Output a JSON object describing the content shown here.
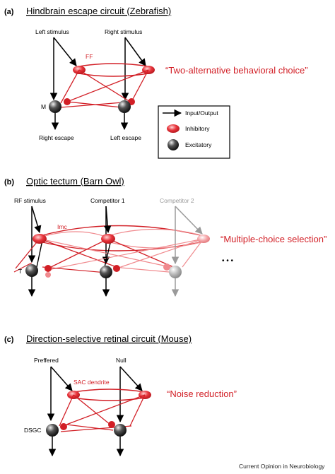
{
  "colors": {
    "inhibitory": "#d21f26",
    "inhibitory_light": "#f08a8e",
    "excitatory": "#333333",
    "faded": "#9a9a9a"
  },
  "panel_a": {
    "letter": "(a)",
    "title": "Hindbrain escape circuit (Zebrafish)",
    "left_stimulus": "Left stimulus",
    "right_stimulus": "Right stimulus",
    "ff_label": "FF",
    "m_label": "M",
    "right_escape": "Right escape",
    "left_escape": "Left escape",
    "quote": "“Two-alternative behavioral choice”"
  },
  "legend": {
    "input_output": "Input/Output",
    "inhibitory": "Inhibitory",
    "excitatory": "Excitatory"
  },
  "panel_b": {
    "letter": "(b)",
    "title": "Optic tectum (Barn Owl)",
    "rf_stimulus": "RF stimulus",
    "competitor_1": "Competitor 1",
    "competitor_2": "Competitor 2",
    "imc_label": "Imc",
    "t_label": "T",
    "quote": "“Multiple-choice selection”",
    "ellipsis": "• • •"
  },
  "panel_c": {
    "letter": "(c)",
    "title": "Direction-selective retinal circuit (Mouse)",
    "preferred": "Preffered",
    "null_label": "Null",
    "sac_label": "SAC dendrite",
    "dsgc_label": "DSGC",
    "quote": "“Noise reduction”"
  },
  "credit": "Current Opinion in Neurobiology"
}
